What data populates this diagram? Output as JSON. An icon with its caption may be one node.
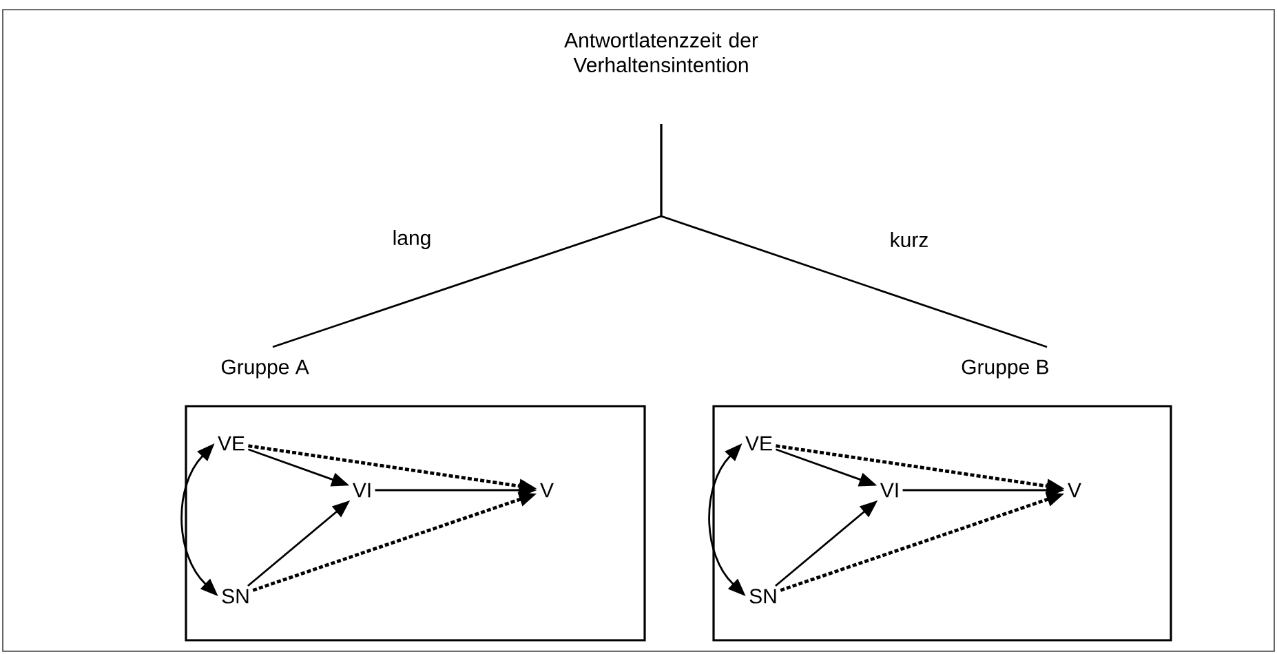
{
  "diagram": {
    "nodes": [
      {
        "text": [
          "Antwortlatenzzeit der Verhaltensintention"
        ]
      },
      {
        "text": [
          "Gruppe A"
        ]
      },
      {
        "text": [
          "VE"
        ],
        "in": 1
      },
      {
        "text": [
          "VI"
        ],
        "in": 1
      },
      {
        "text": [
          "V"
        ],
        "in": 1
      },
      {
        "text": [
          "SN"
        ],
        "in": 1
      },
      {
        "text": [
          "Gruppe B"
        ]
      },
      {
        "text": [
          "VE"
        ],
        "in": 6
      },
      {
        "text": [
          "VI"
        ],
        "in": 6
      },
      {
        "text": [
          "V"
        ],
        "in": 6
      },
      {
        "text": [
          "SN"
        ],
        "in": 6
      }
    ],
    "edges": [
      {
        "from": 0,
        "to": 1,
        "arrow": "none",
        "label": "lang"
      },
      {
        "from": 0,
        "to": 6,
        "arrow": "none",
        "label": "kurz"
      },
      {
        "from": 2,
        "to": 5,
        "arrow": "both"
      },
      {
        "from": 2,
        "to": 3,
        "arrow": "to"
      },
      {
        "from": 5,
        "to": 3,
        "arrow": "to"
      },
      {
        "from": 3,
        "to": 4,
        "arrow": "to"
      },
      {
        "from": 2,
        "to": 4,
        "arrow": "to",
        "style": "dashed"
      },
      {
        "from": 5,
        "to": 4,
        "arrow": "to",
        "style": "dashed"
      },
      {
        "from": 7,
        "to": 10,
        "arrow": "both"
      },
      {
        "from": 7,
        "to": 8,
        "arrow": "to"
      },
      {
        "from": 10,
        "to": 8,
        "arrow": "to"
      },
      {
        "from": 8,
        "to": 9,
        "arrow": "to"
      },
      {
        "from": 7,
        "to": 9,
        "arrow": "to",
        "style": "dashed"
      },
      {
        "from": 10,
        "to": 9,
        "arrow": "to",
        "style": "dashed"
      }
    ]
  }
}
